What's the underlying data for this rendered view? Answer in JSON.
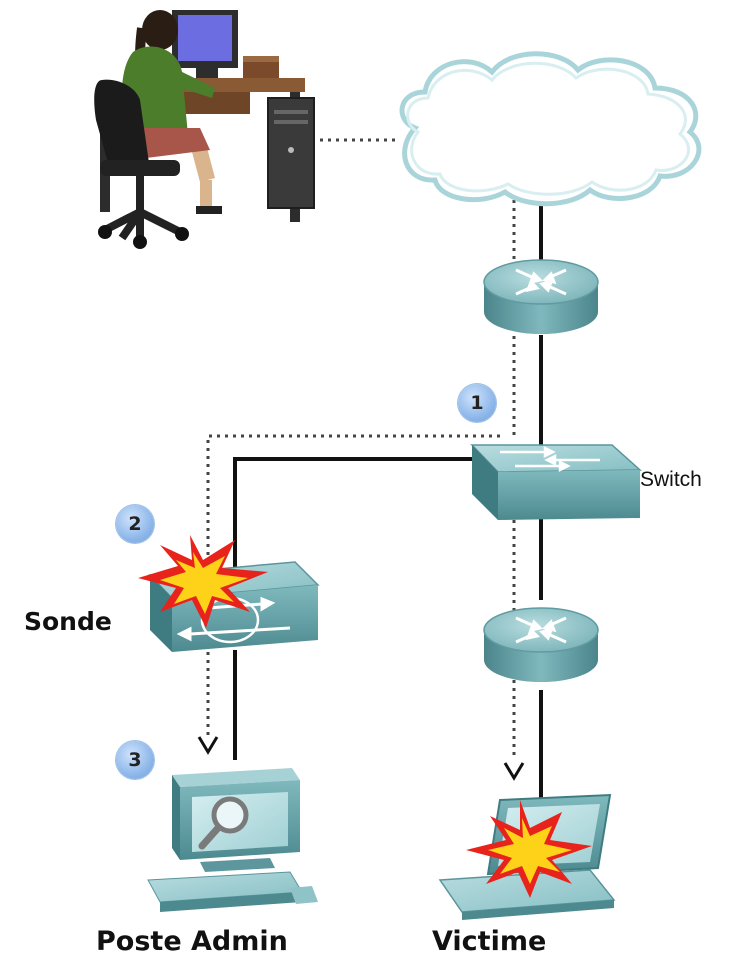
{
  "labels": {
    "switch": "Switch",
    "sonde": "Sonde",
    "poste_admin": "Poste Admin",
    "victime": "Victime"
  },
  "steps": [
    "1",
    "2",
    "3"
  ],
  "colors": {
    "device_teal": "#6fa8ad",
    "device_teal_dark": "#3f7c82",
    "attack_path": "#555555",
    "link": "#111111",
    "explosion_red": "#e8231c",
    "explosion_yellow": "#ffd21a",
    "step_badge": "#8fb8ea"
  }
}
